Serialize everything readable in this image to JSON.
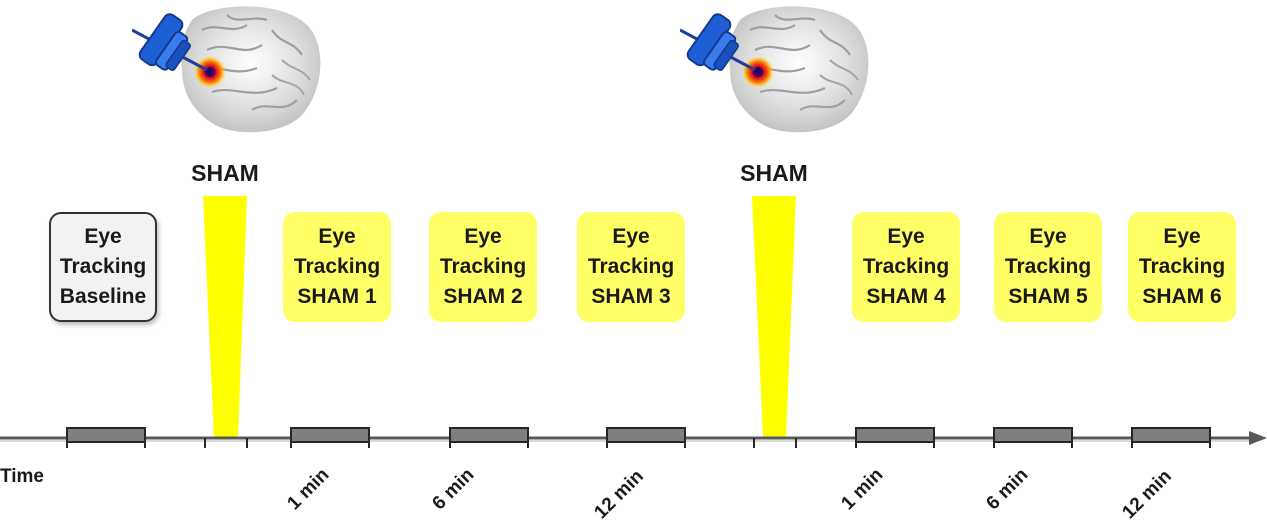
{
  "stimulations": [
    {
      "label": "SHAM"
    },
    {
      "label": "SHAM"
    }
  ],
  "eye_tracking_boxes": [
    {
      "line1": "Eye",
      "line2": "Tracking",
      "line3": "Baseline",
      "kind": "baseline"
    },
    {
      "line1": "Eye",
      "line2": "Tracking",
      "line3": "SHAM 1",
      "kind": "sham"
    },
    {
      "line1": "Eye",
      "line2": "Tracking",
      "line3": "SHAM 2",
      "kind": "sham"
    },
    {
      "line1": "Eye",
      "line2": "Tracking",
      "line3": "SHAM 3",
      "kind": "sham"
    },
    {
      "line1": "Eye",
      "line2": "Tracking",
      "line3": "SHAM 4",
      "kind": "sham"
    },
    {
      "line1": "Eye",
      "line2": "Tracking",
      "line3": "SHAM 5",
      "kind": "sham"
    },
    {
      "line1": "Eye",
      "line2": "Tracking",
      "line3": "SHAM 6",
      "kind": "sham"
    }
  ],
  "axis": {
    "label": "Time",
    "ticks": [
      "1 min",
      "6 min",
      "12 min",
      "1 min",
      "6 min",
      "12 min"
    ]
  },
  "colors": {
    "highlight_yellow": "#ffff66",
    "beam_yellow": "#ffff00",
    "baseline_fill": "#f2f2f2",
    "segment_gray": "#7f7f7f",
    "axis_gray": "#595959",
    "coil_blue": "#1f5fd6"
  },
  "icons": [
    "brain-tms-coil-icon",
    "brain-tms-coil-icon"
  ]
}
